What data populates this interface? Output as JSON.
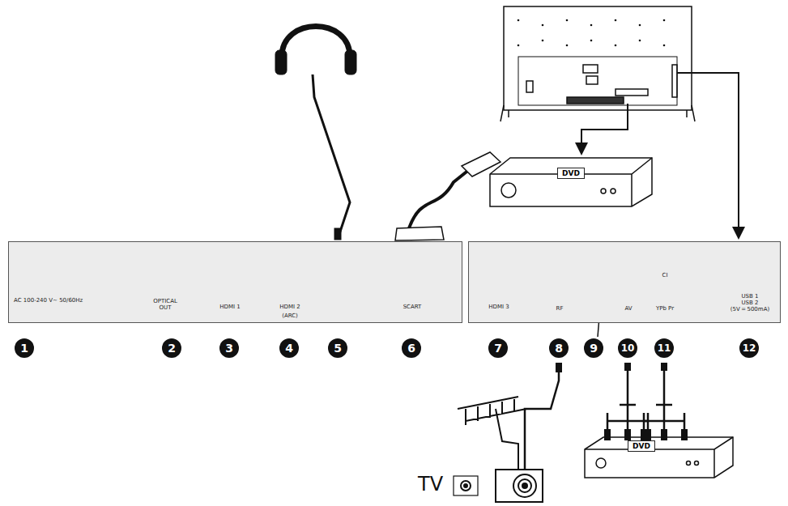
{
  "diagram": {
    "nodes": [
      {
        "text": [
          "AC 100-240 V~ 50/60Hz",
          "OPTICAL OUT",
          "HDMI 1",
          "HDMI 2",
          "(ARC)",
          "SCART"
        ]
      },
      {
        "text": [
          "HDMI 3",
          "RF",
          "AV",
          "CI",
          "YPb Pr",
          "USB 1",
          "USB 2",
          "(5V ═ 500mA)"
        ]
      },
      {
        "text": [
          "DVD"
        ]
      },
      {
        "text": [
          "DVD"
        ]
      }
    ],
    "labels": [
      "1",
      "2",
      "3",
      "4",
      "5",
      "6",
      "7",
      "8",
      "9",
      "10",
      "11",
      "12",
      "TV"
    ]
  }
}
